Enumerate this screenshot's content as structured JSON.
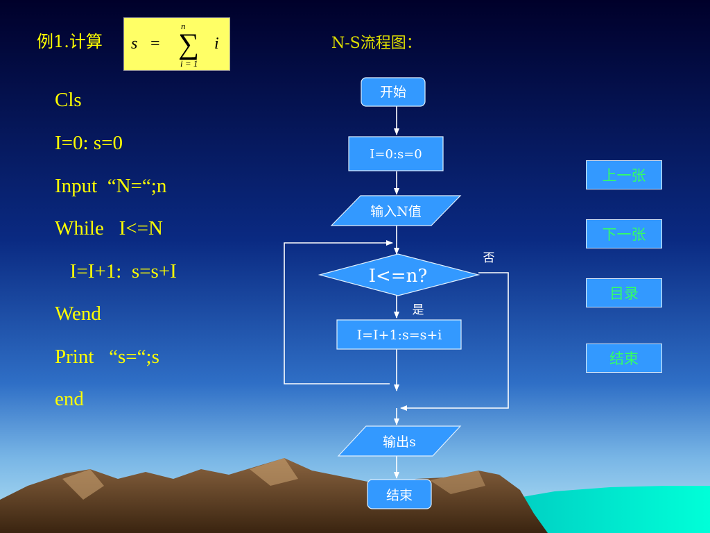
{
  "header": {
    "example_label": "例1.计算",
    "formula": {
      "lhs": "s",
      "eq": "=",
      "sum": "∑",
      "upper": "n",
      "lower": "i = 1",
      "term": "i"
    },
    "flowchart_title": "N-S流程图："
  },
  "code_lines": [
    "Cls",
    "I=0: s=0",
    "Input  “N=“;n",
    "While   I<=N",
    "   I=I+1:  s=s+I",
    "Wend",
    "Print   “s=“;s",
    "end"
  ],
  "flowchart": {
    "start": "开始",
    "init": "I=0:s=0",
    "input": "输入N值",
    "condition": "I<=n?",
    "no_label": "否",
    "yes_label": "是",
    "body": "I=I+1:s=s+i",
    "output": "输出s",
    "end": "结束"
  },
  "nav": {
    "prev": "上一张",
    "next": "下一张",
    "toc": "目录",
    "exit": "结束"
  },
  "colors": {
    "code_text": "#ffff00",
    "flow_box": "#3399ff",
    "nav_text": "#33ff66",
    "formula_bg": "#ffff66"
  }
}
